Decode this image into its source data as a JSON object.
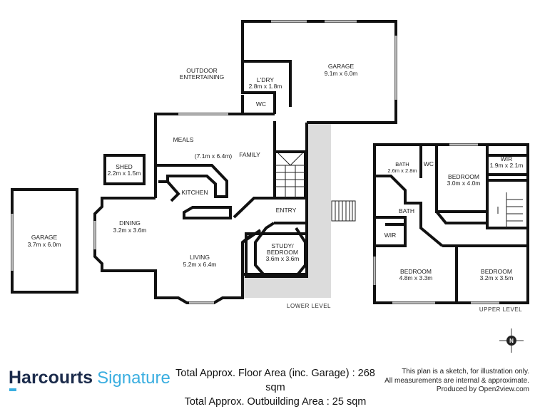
{
  "rooms": {
    "garage_main": {
      "name": "GARAGE",
      "size": "9.1m x 6.0m"
    },
    "outdoor": {
      "line1": "OUTDOOR",
      "line2": "ENTERTAINING"
    },
    "laundry": {
      "name": "L'DRY",
      "size": "2.8m x 1.8m"
    },
    "wc_lower": {
      "name": "WC"
    },
    "meals": {
      "name": "MEALS"
    },
    "family": {
      "name": "FAMILY",
      "size": "(7.1m x 6.4m)"
    },
    "shed": {
      "name": "SHED",
      "size": "2.2m x 1.5m"
    },
    "kitchen": {
      "name": "KITCHEN"
    },
    "garage_detached": {
      "name": "GARAGE",
      "size": "3.7m x 6.0m"
    },
    "dining": {
      "name": "DINING",
      "size": "3.2m x 3.6m"
    },
    "entry": {
      "name": "ENTRY"
    },
    "study": {
      "line1": "STUDY/",
      "line2": "BEDROOM",
      "size": "3.6m x 3.6m"
    },
    "living": {
      "name": "LIVING",
      "size": "5.2m x 6.4m"
    },
    "bath_upper": {
      "name": "BATH",
      "size": "2.6m x 2.8m"
    },
    "wc_upper": {
      "name": "WC"
    },
    "bedroom1": {
      "name": "BEDROOM",
      "size": "3.0m x 4.0m"
    },
    "wir1": {
      "name": "WIR",
      "size": "1.9m x 2.1m"
    },
    "ensuite": {
      "name": "BATH"
    },
    "wir2": {
      "name": "WIR"
    },
    "bedroom2": {
      "name": "BEDROOM",
      "size": "4.8m x 3.3m"
    },
    "bedroom3": {
      "name": "BEDROOM",
      "size": "3.2m x 3.5m"
    }
  },
  "levels": {
    "lower": "LOWER LEVEL",
    "upper": "UPPER LEVEL"
  },
  "compass": {
    "label": "N"
  },
  "footer": {
    "brand_main": "Harcourts",
    "brand_sub": "Signature",
    "floor_area": "Total Approx. Floor Area (inc. Garage) : 268 sqm",
    "outbuilding_area": "Total Approx. Outbuilding Area : 25 sqm",
    "disclaimer1": "This plan is a sketch, for illustration only.",
    "disclaimer2": "All measurements are internal & approximate.",
    "disclaimer3": "Produced by Open2view.com"
  },
  "colors": {
    "walls": "#111111",
    "walkway": "#dcdcdc",
    "brand_dark": "#1b2b4b",
    "brand_light": "#3aaee0"
  }
}
